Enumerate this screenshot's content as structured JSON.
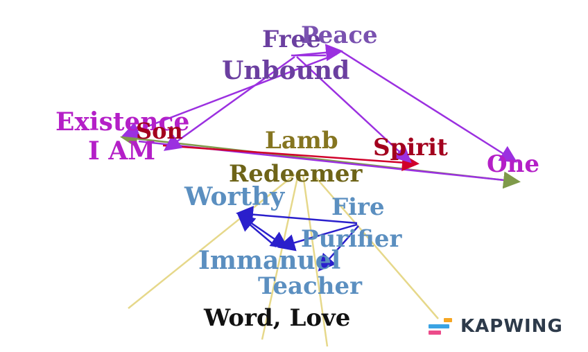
{
  "words": {
    "free": {
      "text": "Free",
      "color": "#6b3fa0"
    },
    "peace": {
      "text": "Peace",
      "color": "#7a52b0"
    },
    "unbound": {
      "text": "Unbound",
      "color": "#6b3fa0"
    },
    "existence": {
      "text": "Existence",
      "color": "#b41fc7"
    },
    "son": {
      "text": "Son",
      "color": "#a3001e"
    },
    "iam": {
      "text": "I AM",
      "color": "#b41fc7"
    },
    "lamb": {
      "text": "Lamb",
      "color": "#857520"
    },
    "spirit": {
      "text": "Spirit",
      "color": "#a3001e"
    },
    "one": {
      "text": "One",
      "color": "#b41fc7"
    },
    "redeemer": {
      "text": "Redeemer",
      "color": "#6e6418"
    },
    "worthy": {
      "text": "Worthy",
      "color": "#5b8fc0"
    },
    "fire": {
      "text": "Fire",
      "color": "#5b8fc0"
    },
    "purifier": {
      "text": "Purifier",
      "color": "#5b8fc0"
    },
    "immanuel": {
      "text": "Immanuel",
      "color": "#5b8fc0"
    },
    "teacher": {
      "text": "Teacher",
      "color": "#5b8fc0"
    },
    "wordlove": {
      "text": "Word, Love",
      "color": "#111111"
    }
  },
  "colors": {
    "arrow_purple": "#9b30e0",
    "arrow_olive": "#7f9a4a",
    "arrow_red": "#d0002a",
    "arrow_blue": "#2a1fcc",
    "line_yellow": "#e6d88a"
  },
  "logo": {
    "text": "KAPWING",
    "icon": "kapwing-logo-icon",
    "colors": [
      "#f5a623",
      "#3aa3e3",
      "#ec4b8a",
      "#2d3a4a"
    ]
  }
}
